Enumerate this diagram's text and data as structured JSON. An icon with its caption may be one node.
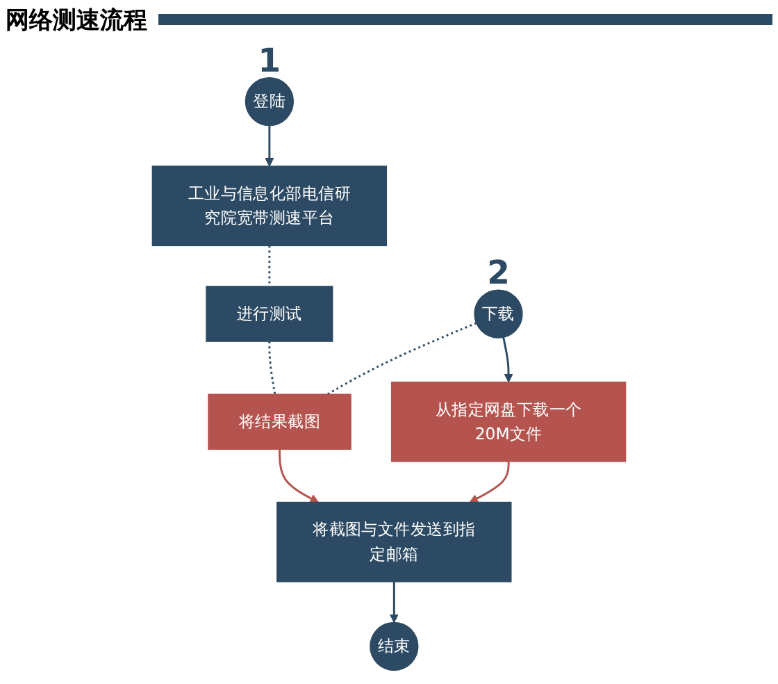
{
  "diagram": {
    "title": "网络测速流程",
    "nodes": [
      {
        "text": [
          "登陆"
        ],
        "beside": [
          "1"
        ]
      },
      {
        "text": [
          "工业与信息化部电信研究院宽带测速平台"
        ]
      },
      {
        "text": [
          "进行测试"
        ]
      },
      {
        "text": [
          "将结果截图"
        ]
      },
      {
        "text": [
          "下载"
        ],
        "beside": [
          "2"
        ]
      },
      {
        "text": [
          "从指定网盘下载一个20M文件"
        ]
      },
      {
        "text": [
          "将截图与文件发送到指定邮箱"
        ]
      },
      {
        "text": [
          "结束"
        ]
      }
    ],
    "edges": [
      {
        "from": 0,
        "to": 1,
        "arrow": "to"
      },
      {
        "from": 1,
        "to": 2,
        "arrow": "none",
        "style": "dashed"
      },
      {
        "from": 2,
        "to": 3,
        "arrow": "none",
        "style": "dashed"
      },
      {
        "from": 3,
        "to": 4,
        "arrow": "none",
        "style": "dashed"
      },
      {
        "from": 3,
        "to": 6,
        "arrow": "to",
        "color": "#b5544e"
      },
      {
        "from": 4,
        "to": 5,
        "arrow": "to"
      },
      {
        "from": 5,
        "to": 6,
        "arrow": "to",
        "color": "#b5544e"
      },
      {
        "from": 6,
        "to": 7,
        "arrow": "to"
      }
    ]
  }
}
